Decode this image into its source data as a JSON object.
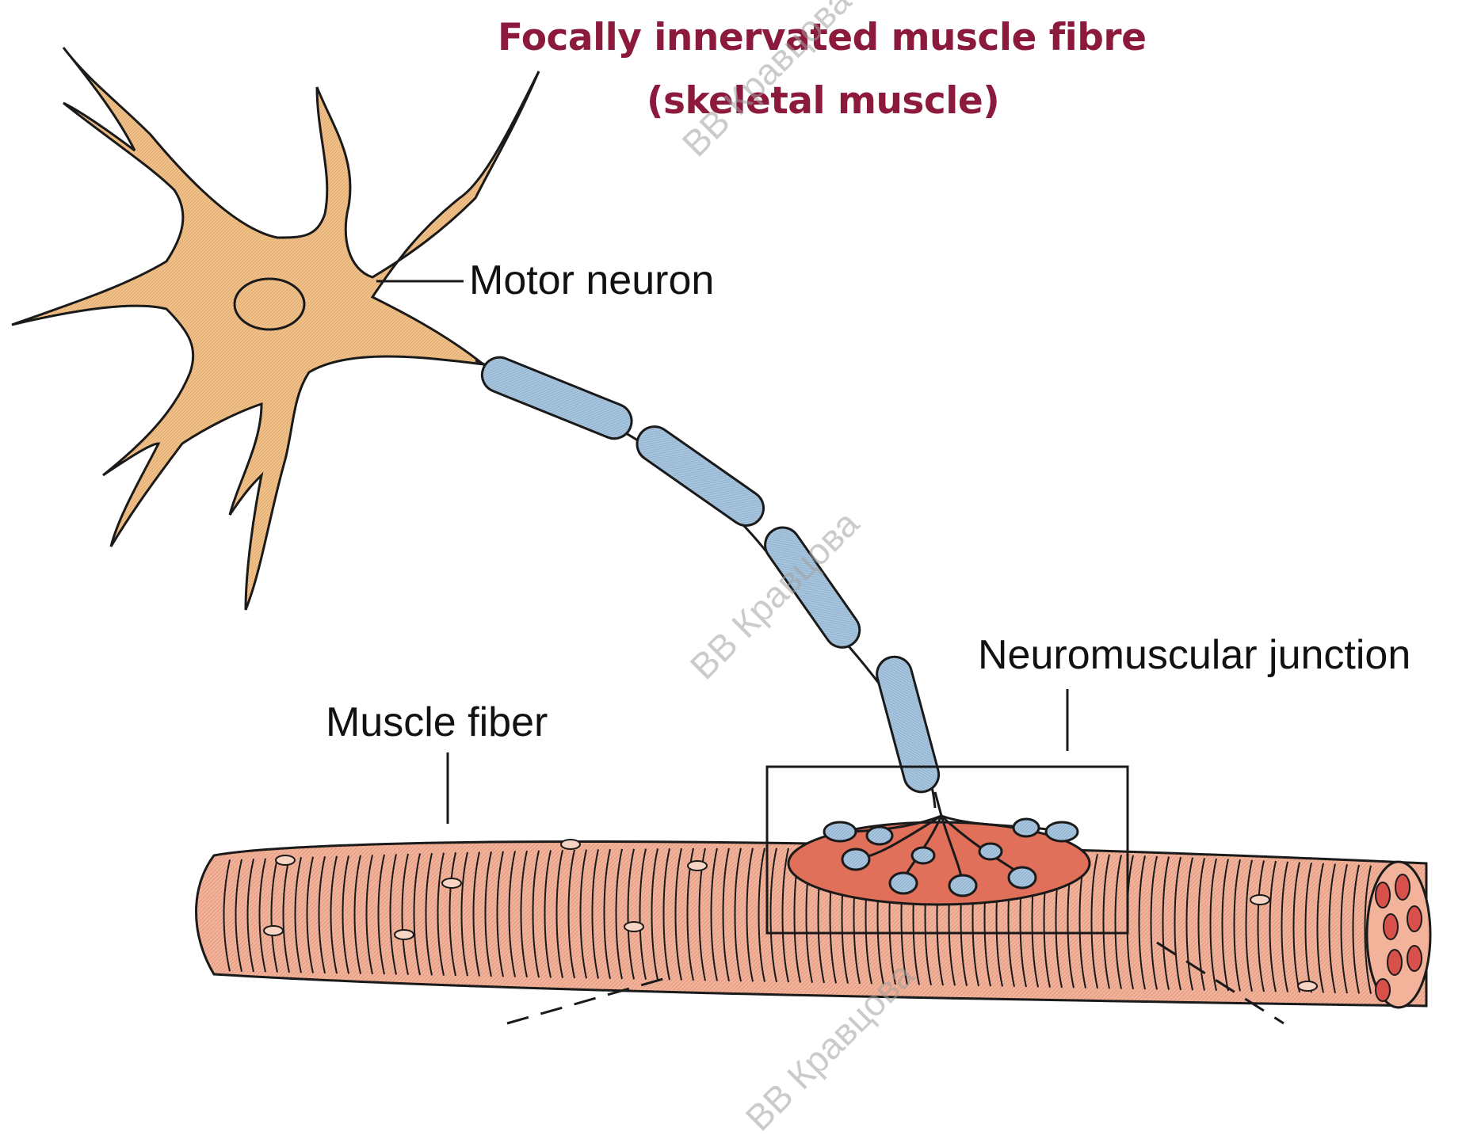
{
  "title": {
    "line1": "Focally innervated muscle fibre",
    "line2": "(skeletal muscle)"
  },
  "labels": {
    "motor_neuron": "Motor neuron",
    "muscle_fiber": "Muscle fiber",
    "neuromuscular_junction": "Neuromuscular junction"
  },
  "watermark": "ВВ Кравцова",
  "colors": {
    "title": "#8c1a3c",
    "neuron": "#f2c28a",
    "myelin": "#a9c6df",
    "muscle": "#f2b39a",
    "endplate": "#e0705a",
    "outline": "#1a1a1a"
  }
}
